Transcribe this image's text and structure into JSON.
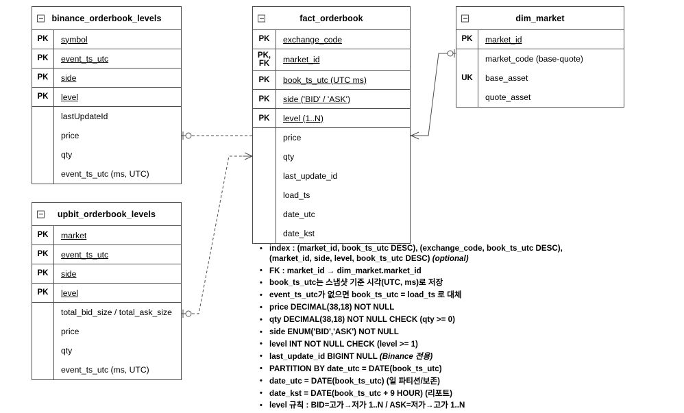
{
  "diagram": {
    "title": "orderbook ER diagram",
    "entities": [
      {
        "id": "binance",
        "name": "binance_orderbook_levels",
        "collapse_icon": "minus-box-icon",
        "keys": [
          {
            "key": "PK",
            "attr": "symbol"
          },
          {
            "key": "PK",
            "attr": "event_ts_utc"
          },
          {
            "key": "PK",
            "attr": "side"
          },
          {
            "key": "PK",
            "attr": "level"
          }
        ],
        "attributes": [
          "lastUpdateId",
          "price",
          "qty",
          "event_ts_utc (ms, UTC)"
        ]
      },
      {
        "id": "upbit",
        "name": "upbit_orderbook_levels",
        "collapse_icon": "minus-box-icon",
        "keys": [
          {
            "key": "PK",
            "attr": "market"
          },
          {
            "key": "PK",
            "attr": "event_ts_utc"
          },
          {
            "key": "PK",
            "attr": "side"
          },
          {
            "key": "PK",
            "attr": "level"
          }
        ],
        "attributes": [
          "total_bid_size / total_ask_size",
          "price",
          "qty",
          "event_ts_utc (ms, UTC)"
        ]
      },
      {
        "id": "fact",
        "name": "fact_orderbook",
        "collapse_icon": "minus-box-icon",
        "keys": [
          {
            "key": "PK",
            "attr": "exchange_code"
          },
          {
            "key": "PK,\nFK",
            "attr": "market_id"
          },
          {
            "key": "PK",
            "attr": "book_ts_utc (UTC ms)"
          },
          {
            "key": "PK",
            "attr": "side ('BID' / 'ASK')"
          },
          {
            "key": "PK",
            "attr": "level (1..N)"
          }
        ],
        "attributes": [
          "price",
          "qty",
          "last_update_id",
          "load_ts",
          "date_utc",
          "date_kst"
        ]
      },
      {
        "id": "dim",
        "name": "dim_market",
        "collapse_icon": "minus-box-icon",
        "keys": [
          {
            "key": "PK",
            "attr": "market_id"
          }
        ],
        "attributes_keyed": [
          {
            "key": "UK",
            "attr": "market_code (base-quote)"
          }
        ],
        "attributes": [
          "base_asset",
          "quote_asset"
        ]
      }
    ],
    "relationships": [
      {
        "from": "binance_orderbook_levels",
        "to": "fact_orderbook",
        "style": "dashed",
        "from_marker": "zero-or-one",
        "to_marker": "crows-foot"
      },
      {
        "from": "upbit_orderbook_levels",
        "to": "fact_orderbook",
        "style": "dashed",
        "from_marker": "zero-or-one",
        "to_marker": "crows-foot"
      },
      {
        "from": "fact_orderbook",
        "to": "dim_market",
        "style": "solid",
        "from_marker": "crows-foot",
        "to_marker": "zero-or-one"
      }
    ]
  },
  "notes": {
    "items": [
      {
        "text": "index : (market_id, book_ts_utc DESC), (exchange_code, book_ts_utc DESC), (market_id, side, level, book_ts_utc DESC) ",
        "italic_tail": "(optional)"
      },
      {
        "text": "FK : market_id → dim_market.market_id",
        "italic_tail": ""
      },
      {
        "text": "book_ts_utc는 스냅샷 기준 시각(UTC, ms)로 저장",
        "italic_tail": ""
      },
      {
        "text": "event_ts_utc가 없으면 book_ts_utc = load_ts 로 대체",
        "italic_tail": ""
      },
      {
        "text": "price DECIMAL(38,18) NOT NULL",
        "italic_tail": ""
      },
      {
        "text": "qty DECIMAL(38,18) NOT NULL CHECK (qty >= 0)",
        "italic_tail": ""
      },
      {
        "text": "side ENUM('BID','ASK') NOT NULL",
        "italic_tail": ""
      },
      {
        "text": "level INT NOT NULL CHECK (level >= 1)",
        "italic_tail": ""
      },
      {
        "text": "last_update_id BIGINT NULL ",
        "italic_tail": "(Binance 전용)"
      },
      {
        "text": "PARTITION BY date_utc = DATE(book_ts_utc)",
        "italic_tail": ""
      },
      {
        "text": "date_utc = DATE(book_ts_utc) (일 파티션/보존)",
        "italic_tail": ""
      },
      {
        "text": "date_kst = DATE(book_ts_utc + 9 HOUR) (리포트)",
        "italic_tail": ""
      },
      {
        "text": "level 규칙 : BID=고가→저가 1..N / ASK=저가→고가 1..N",
        "italic_tail": ""
      }
    ]
  },
  "colors": {
    "border": "#4d4d4d",
    "text": "#000000",
    "background": "#ffffff"
  }
}
